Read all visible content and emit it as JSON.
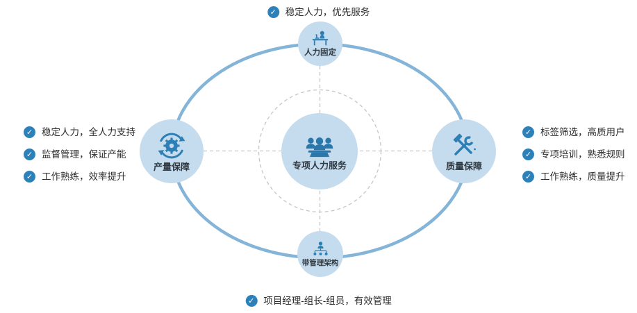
{
  "colors": {
    "ellipse": "#84b5d8",
    "node_fill": "#c5dcee",
    "icon_blue": "#2e7fb5",
    "check_badge": "#2d81ba",
    "text": "#2b2b2b",
    "dashed_line": "#c6c6c6"
  },
  "icons": {
    "check": "✓",
    "center": "people-group-icon",
    "top": "person-at-desk-icon",
    "left": "gear-sync-icon",
    "right": "wrench-hammer-icon",
    "bottom": "org-chart-icon"
  },
  "center": {
    "label": "专项人力服务"
  },
  "nodes": {
    "top": {
      "label": "人力固定"
    },
    "left": {
      "label": "产量保障"
    },
    "right": {
      "label": "质量保障"
    },
    "bottom": {
      "label": "带管理架构"
    }
  },
  "annotations": {
    "top": {
      "text": "稳定人力，优先服务"
    },
    "bottom": {
      "text": "项目经理-组长-组员，有效管理"
    },
    "left": [
      {
        "text": "稳定人力，全人力支持"
      },
      {
        "text": "监督管理，保证产能"
      },
      {
        "text": "工作熟练，效率提升"
      }
    ],
    "right": [
      {
        "text": "标签筛选，高质用户"
      },
      {
        "text": "专项培训，熟悉规则"
      },
      {
        "text": "工作熟练，质量提升"
      }
    ]
  }
}
